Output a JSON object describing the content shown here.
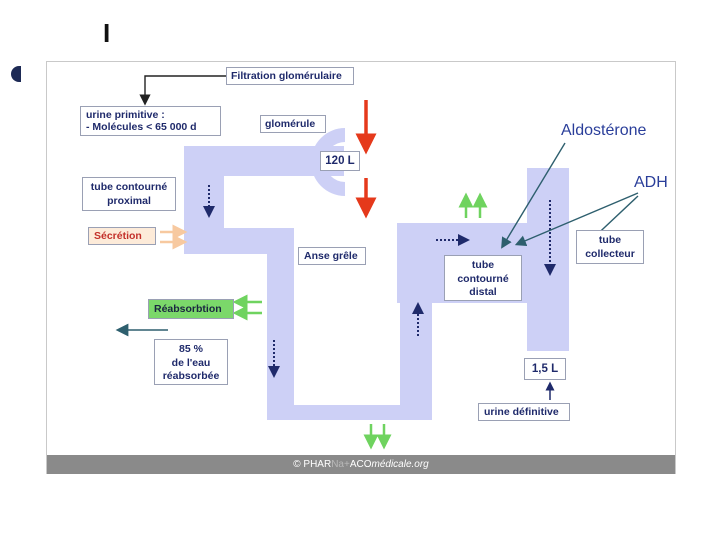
{
  "slide": {
    "title_mark": "I"
  },
  "diagram": {
    "filtration_label": "Filtration glomérulaire",
    "urine_primitive_line1": "urine primitive :",
    "urine_primitive_line2": "- Molécules < 65 000 d",
    "glomerule_label": "glomérule",
    "volume_120": "120 L",
    "tube_proximal_line1": "tube contourné",
    "tube_proximal_line2": "proximal",
    "secretion_label": "Sécrétion",
    "anse_label": "Anse grêle",
    "reabsorption_label": "Réabsorbtion",
    "reabsorbed_line1": "85 %",
    "reabsorbed_line2": "de l'eau",
    "reabsorbed_line3": "réabsorbée",
    "tube_distal_line1": "tube",
    "tube_distal_line2": "contourné",
    "tube_distal_line3": "distal",
    "tube_collecteur_line1": "tube",
    "tube_collecteur_line2": "collecteur",
    "volume_15": "1,5 L",
    "urine_definitive": "urine définitive",
    "copyright_prefix": "© PHAR",
    "copyright_na": "Na+",
    "copyright_mid": "ACO",
    "copyright_suffix": "médicale.org"
  },
  "annotations": {
    "aldosterone": "Aldostérone",
    "adh": "ADH"
  },
  "colors": {
    "tube": "#cdd0f6",
    "red_arrow": "#e5391b",
    "green_arrow": "#6fd35f",
    "orange_arrow": "#f7c9a0",
    "blue_text": "#1f2a6b",
    "footer": "#8a8a8a"
  }
}
